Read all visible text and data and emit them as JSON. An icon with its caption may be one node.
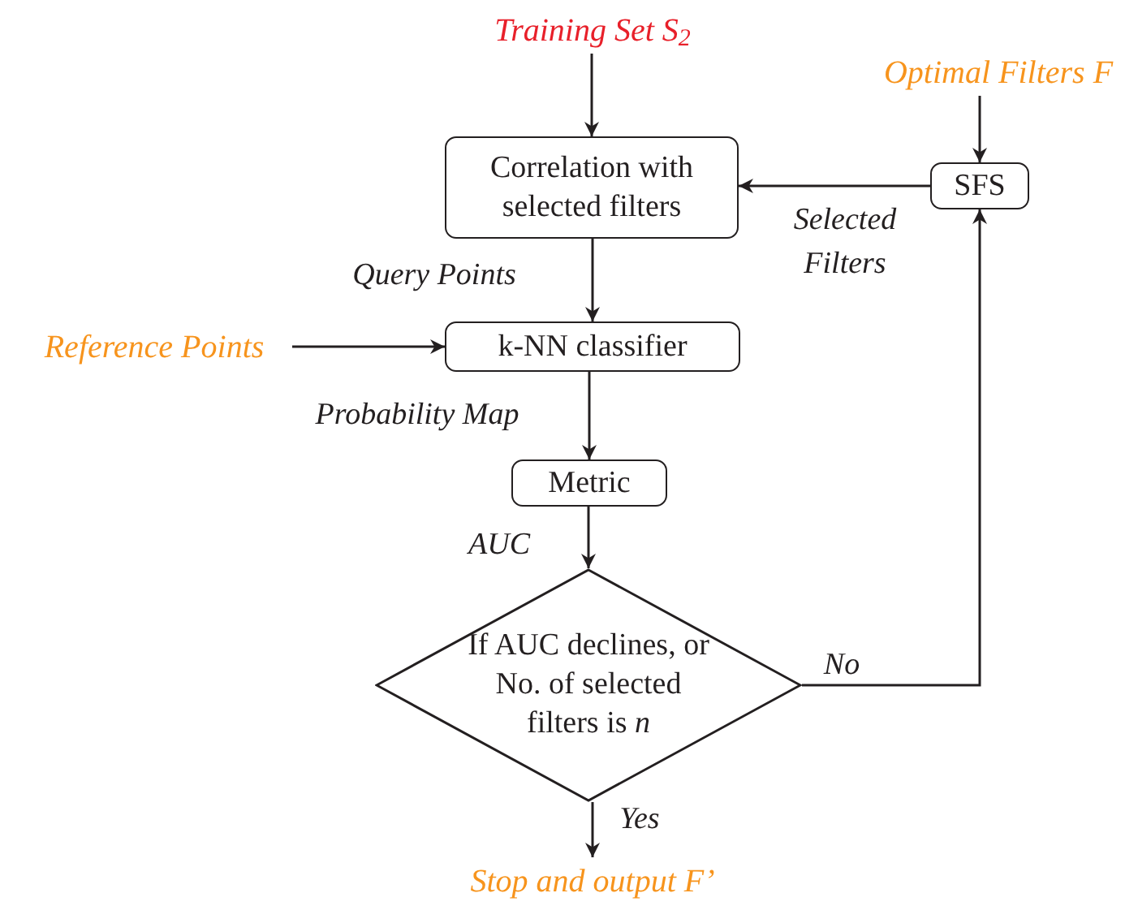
{
  "diagram": {
    "nodes": [
      {
        "text": [
          "Training Set S$_{2}$"
        ]
      },
      {
        "text": [
          "Optimal Filters F"
        ]
      },
      {
        "text": [
          "Correlation with selected filters"
        ]
      },
      {
        "text": [
          "SFS"
        ]
      },
      {
        "text": [
          "Reference Points"
        ]
      },
      {
        "text": [
          "k-NN classifier"
        ]
      },
      {
        "text": [
          "Metric"
        ]
      },
      {
        "text": [
          "If AUC declines, or No. of selected filters is *n*"
        ]
      },
      {
        "text": [
          "Stop and output F’"
        ]
      }
    ],
    "edges": [
      {
        "from": 0,
        "to": 2,
        "arrow": "to"
      },
      {
        "from": 1,
        "to": 3,
        "arrow": "to"
      },
      {
        "from": 3,
        "to": 2,
        "arrow": "to",
        "label": "Selected Filters"
      },
      {
        "from": 2,
        "to": 5,
        "arrow": "to",
        "label": "Query Points"
      },
      {
        "from": 4,
        "to": 5,
        "arrow": "to"
      },
      {
        "from": 5,
        "to": 6,
        "arrow": "to",
        "label": "Probability Map"
      },
      {
        "from": 6,
        "to": 7,
        "arrow": "to",
        "label": "AUC"
      },
      {
        "from": 7,
        "to": 3,
        "arrow": "to",
        "label": "No"
      },
      {
        "from": 7,
        "to": 8,
        "arrow": "to",
        "label": "Yes"
      }
    ]
  }
}
